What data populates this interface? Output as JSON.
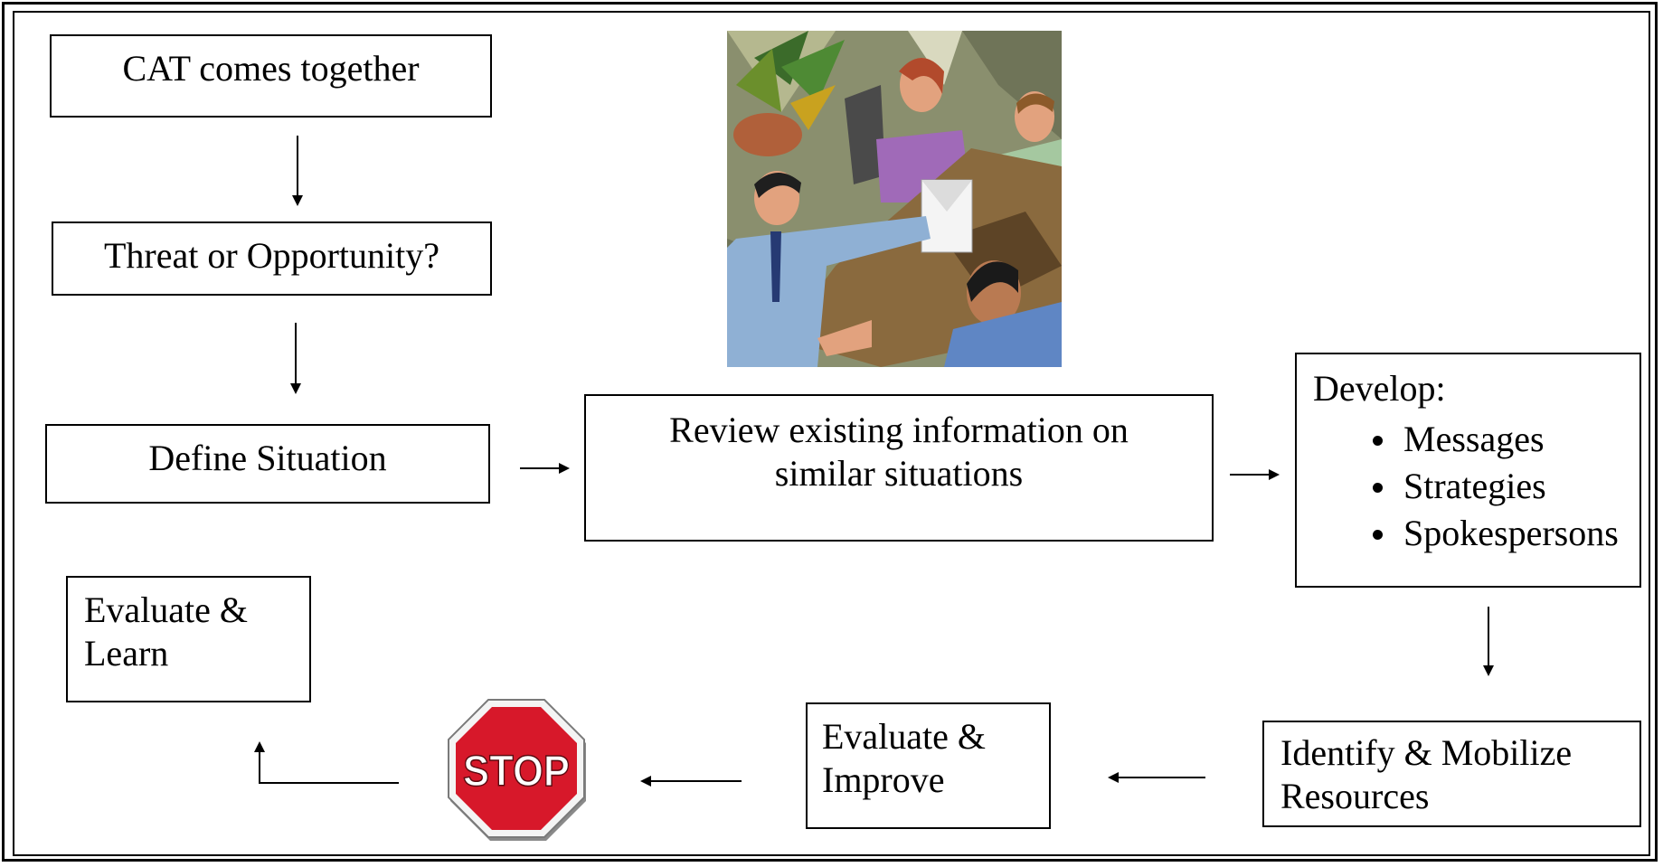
{
  "boxes": {
    "cat": "CAT comes together",
    "threat": "Threat or Opportunity?",
    "define": "Define Situation",
    "review": "Review existing information on similar situations",
    "develop_heading": "Develop:",
    "develop_items": [
      "Messages",
      "Strategies",
      "Spokespersons"
    ],
    "identify": "Identify & Mobilize Resources",
    "improve": "Evaluate & Improve",
    "learn": "Evaluate & Learn"
  },
  "stop_sign": {
    "text": "STOP"
  },
  "colors": {
    "stop_red": "#d7182a",
    "wall": "#8a8f6e",
    "table": "#8a6a3e"
  }
}
